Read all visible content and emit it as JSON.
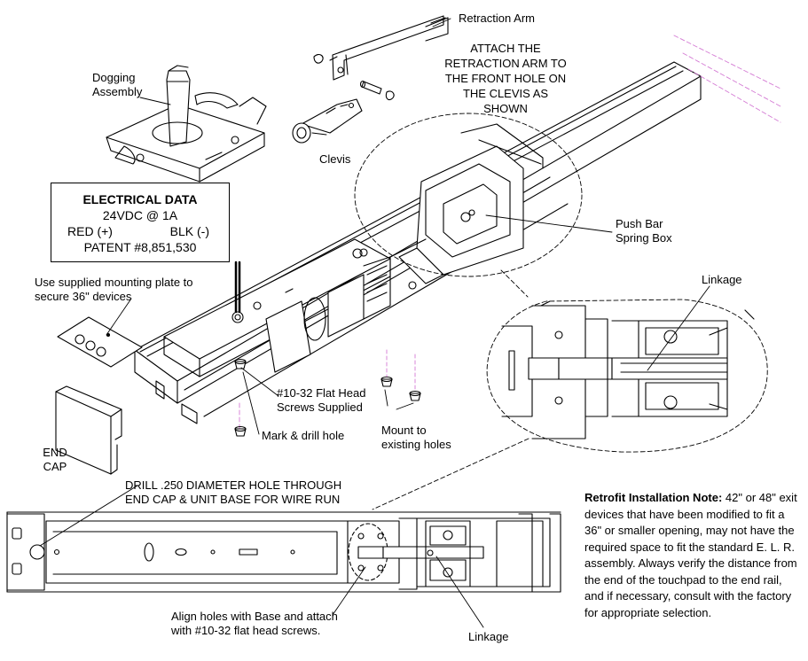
{
  "labels": {
    "retraction_arm": "Retraction Arm",
    "attach_note": [
      "ATTACH THE",
      "RETRACTION ARM TO",
      "THE FRONT HOLE ON",
      "THE CLEVIS AS",
      "SHOWN"
    ],
    "dogging_assembly": [
      "Dogging",
      "Assembly"
    ],
    "clevis": "Clevis",
    "push_bar_spring_box": [
      "Push Bar",
      "Spring Box"
    ],
    "linkage_top": "Linkage",
    "mounting_plate_note": [
      "Use supplied mounting plate to",
      "secure 36\" devices"
    ],
    "flat_head_screws": [
      "#10-32 Flat Head",
      "Screws Supplied"
    ],
    "mark_drill": "Mark & drill hole",
    "mount_existing": [
      "Mount to",
      "existing holes"
    ],
    "end_cap": [
      "END",
      "CAP"
    ],
    "drill_note": [
      "DRILL .250 DIAMETER HOLE THROUGH",
      "END CAP & UNIT BASE FOR WIRE RUN"
    ],
    "align_note": [
      "Align holes with Base and attach",
      "with #10-32 flat head screws."
    ],
    "linkage_bottom": "Linkage"
  },
  "electrical_data": {
    "title": "ELECTRICAL DATA",
    "voltage": "24VDC @ 1A",
    "red": "RED (+)",
    "blk": "BLK (-)",
    "patent": "PATENT #8,851,530"
  },
  "retrofit_note": {
    "heading": "Retrofit Installation Note:",
    "body": "42\" or 48\" exit devices that have been modified to fit a 36\" or smaller opening, may not have the required space to fit the standard E. L. R. assembly. Always verify the distance from the end of the touchpad to the end rail, and if necessary, consult with the factory for appropriate selection."
  }
}
